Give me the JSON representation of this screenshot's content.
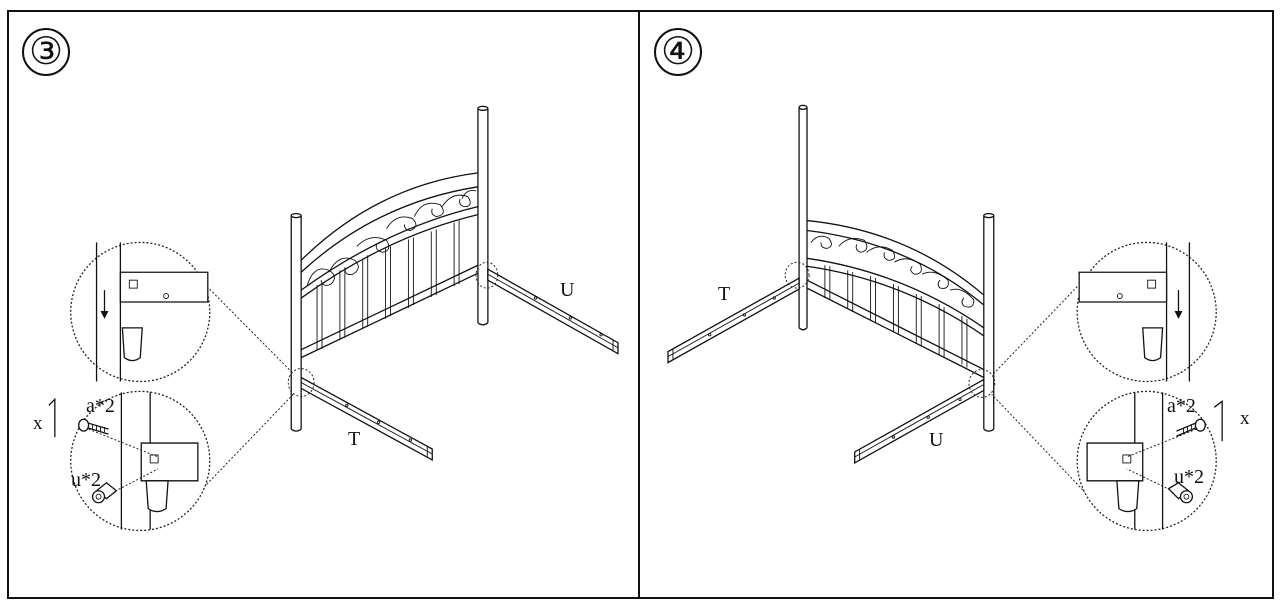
{
  "steps": [
    {
      "number": "③",
      "labels": {
        "rail_front": "T",
        "rail_back": "U",
        "bolt": "a*2",
        "nut": "u*2",
        "wrench": "x"
      }
    },
    {
      "number": "④",
      "labels": {
        "rail_front": "U",
        "rail_back": "T",
        "bolt": "a*2",
        "nut": "u*2",
        "wrench": "x"
      }
    }
  ]
}
